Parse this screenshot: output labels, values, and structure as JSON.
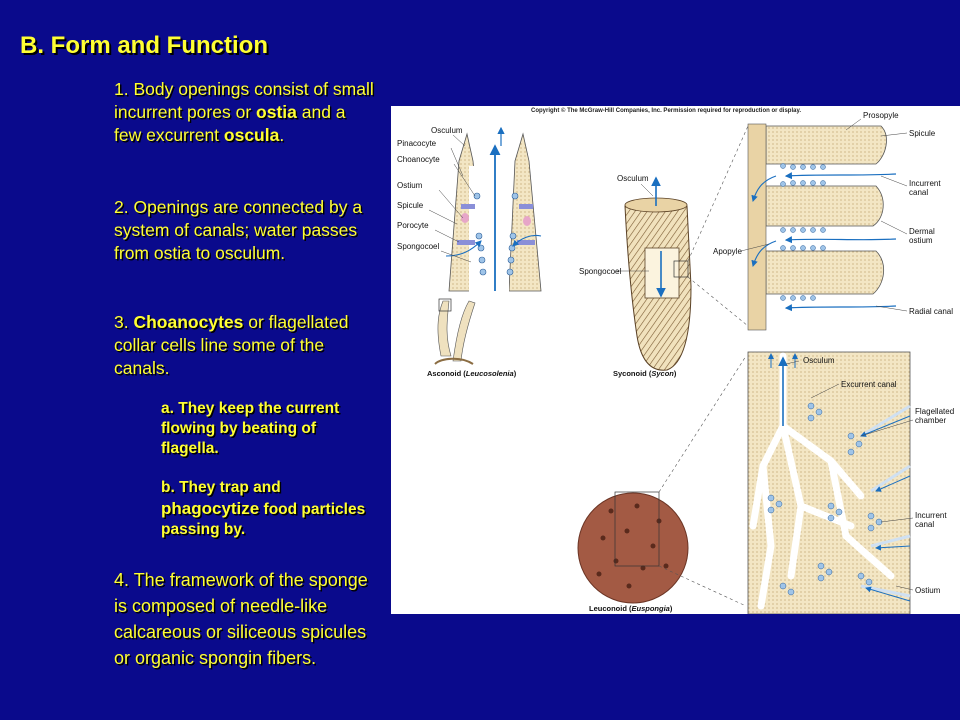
{
  "title": "B. Form and Function",
  "points": {
    "p1": {
      "a": "1. Body openings consist of small incurrent pores or ",
      "b": "ostia",
      "c": " and a few excurrent ",
      "d": "oscula",
      "e": "."
    },
    "p2": "2. Openings are connected by a system of canals; water passes from ostia to osculum.",
    "p3": {
      "a": "3. ",
      "b": "Choanocytes",
      "c": " or flagellated collar cells line some of the canals."
    },
    "s1": "a. They keep the current flowing by beating of flagella.",
    "s2": {
      "a": "b. They trap and ",
      "b": "phagocytize",
      "c": " food particles passing by."
    },
    "p4": "4. The framework of the sponge is composed of needle-like calcareous or siliceous spicules or organic spongin fibers."
  },
  "figure": {
    "copyright": "Copyright © The McGraw-Hill Companies, Inc. Permission required for reproduction or display.",
    "asconoid_labels": [
      "Osculum",
      "Pinacocyte",
      "Choanocyte",
      "Ostium",
      "Spicule",
      "Porocyte",
      "Spongocoel"
    ],
    "asconoid_caption": {
      "a": "Asconoid (",
      "b": "Leucosolenia",
      "c": ")"
    },
    "syconoid_labels": [
      "Osculum",
      "Spongocoel"
    ],
    "syconoid_caption": {
      "a": "Syconoid (",
      "b": "Sycon",
      "c": ")"
    },
    "syconoid_detail_labels": [
      "Prosopyle",
      "Spicule",
      "Incurrent canal",
      "Dermal ostium",
      "Apopyle",
      "Radial canal"
    ],
    "leuconoid_labels": [
      "Osculum",
      "Excurrent canal",
      "Flagellated chamber",
      "Incurrent canal",
      "Ostium"
    ],
    "leuconoid_caption": {
      "a": "Leuconoid (",
      "b": "Euspongia",
      "c": ")"
    }
  },
  "colors": {
    "background": "#0a0a8c",
    "text": "#ffff33"
  }
}
